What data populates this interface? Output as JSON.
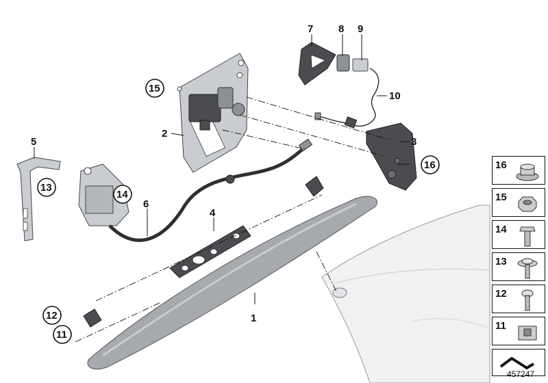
{
  "callouts": [
    {
      "num": "1",
      "circled": false
    },
    {
      "num": "2",
      "circled": false
    },
    {
      "num": "3",
      "circled": false
    },
    {
      "num": "4",
      "circled": false
    },
    {
      "num": "5",
      "circled": false
    },
    {
      "num": "6",
      "circled": false
    },
    {
      "num": "7",
      "circled": false
    },
    {
      "num": "8",
      "circled": false
    },
    {
      "num": "9",
      "circled": false
    },
    {
      "num": "10",
      "circled": false
    },
    {
      "num": "11",
      "circled": true
    },
    {
      "num": "12",
      "circled": true
    },
    {
      "num": "13",
      "circled": true
    },
    {
      "num": "14",
      "circled": true
    },
    {
      "num": "15",
      "circled": true
    },
    {
      "num": "16",
      "circled": true
    }
  ],
  "legend": {
    "items": [
      {
        "num": "16",
        "icon": "flange-nut-icon"
      },
      {
        "num": "15",
        "icon": "hex-nut-icon"
      },
      {
        "num": "14",
        "icon": "hex-bolt-icon"
      },
      {
        "num": "13",
        "icon": "torx-screw-washer-icon"
      },
      {
        "num": "12",
        "icon": "torx-screw-icon"
      },
      {
        "num": "11",
        "icon": "clip-nut-icon"
      }
    ],
    "footer_icon": "bracket-arrow-icon"
  },
  "diagram_id": "457247"
}
